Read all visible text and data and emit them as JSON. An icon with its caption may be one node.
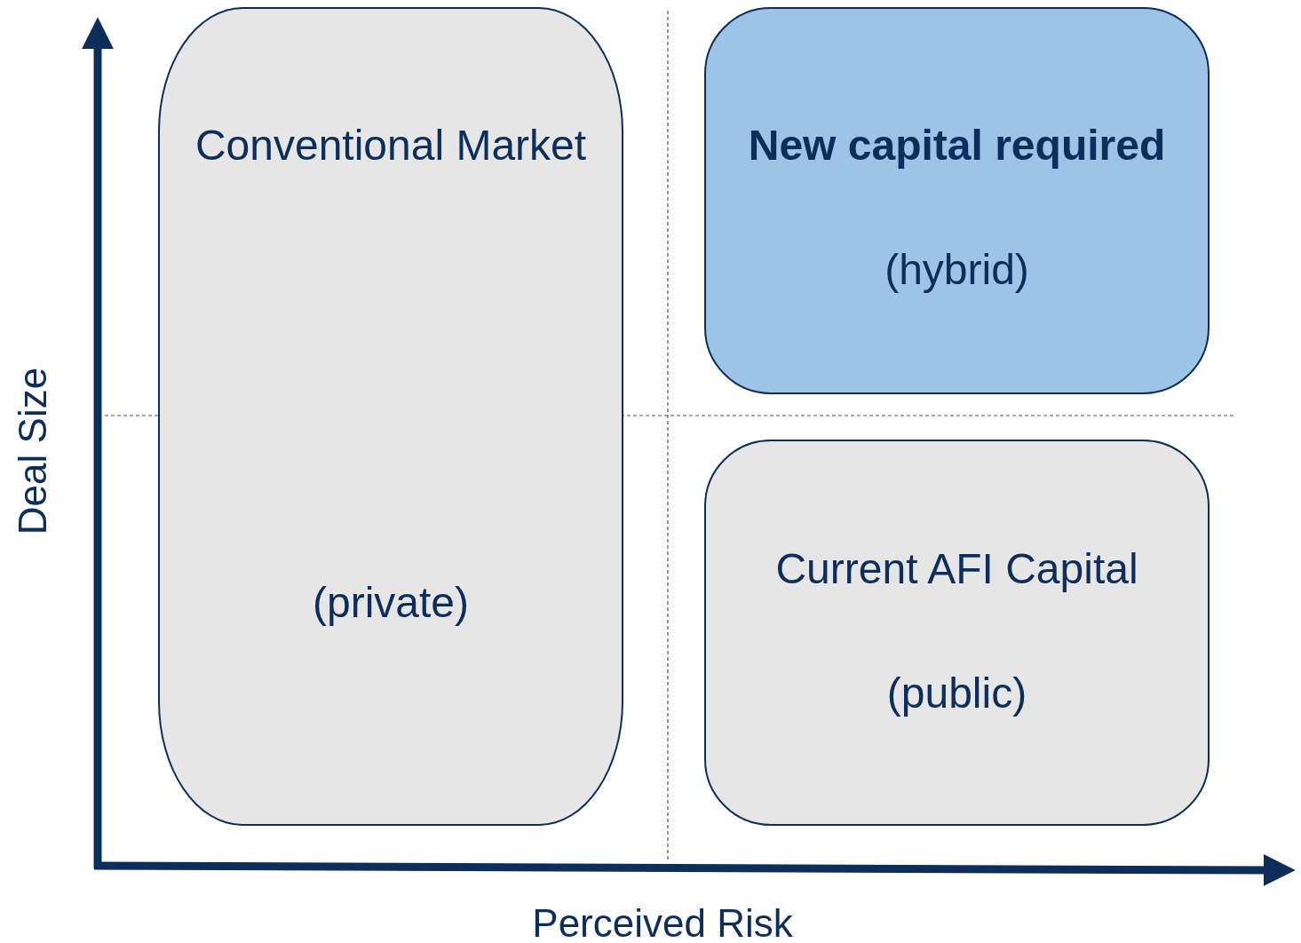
{
  "diagram": {
    "nodes": [
      {
        "text": [
          "Conventional Market",
          "(private)"
        ]
      },
      {
        "text": [
          "New capital required",
          "(hybrid)"
        ]
      },
      {
        "text": [
          "Current AFI Capital",
          "(public)"
        ]
      }
    ],
    "edges": [],
    "labels": [
      "Deal Size",
      "Perceived Risk"
    ]
  }
}
